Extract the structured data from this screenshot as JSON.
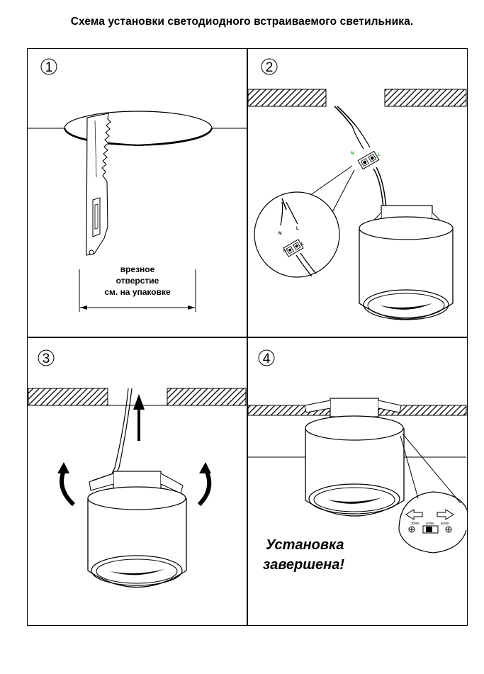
{
  "title": "Схема установки светодиодного встраиваемого светильника.",
  "steps": [
    {
      "number": "1",
      "label_lines": [
        "врезное",
        "отверстие",
        "см. на упаковке"
      ]
    },
    {
      "number": "2",
      "wire_labels": {
        "neutral": "N",
        "live": "L"
      }
    },
    {
      "number": "3"
    },
    {
      "number": "4",
      "completion_lines": [
        "Установка",
        "завершена!"
      ],
      "color_temperatures": [
        "3000K",
        "4000K",
        "6000K"
      ]
    }
  ]
}
